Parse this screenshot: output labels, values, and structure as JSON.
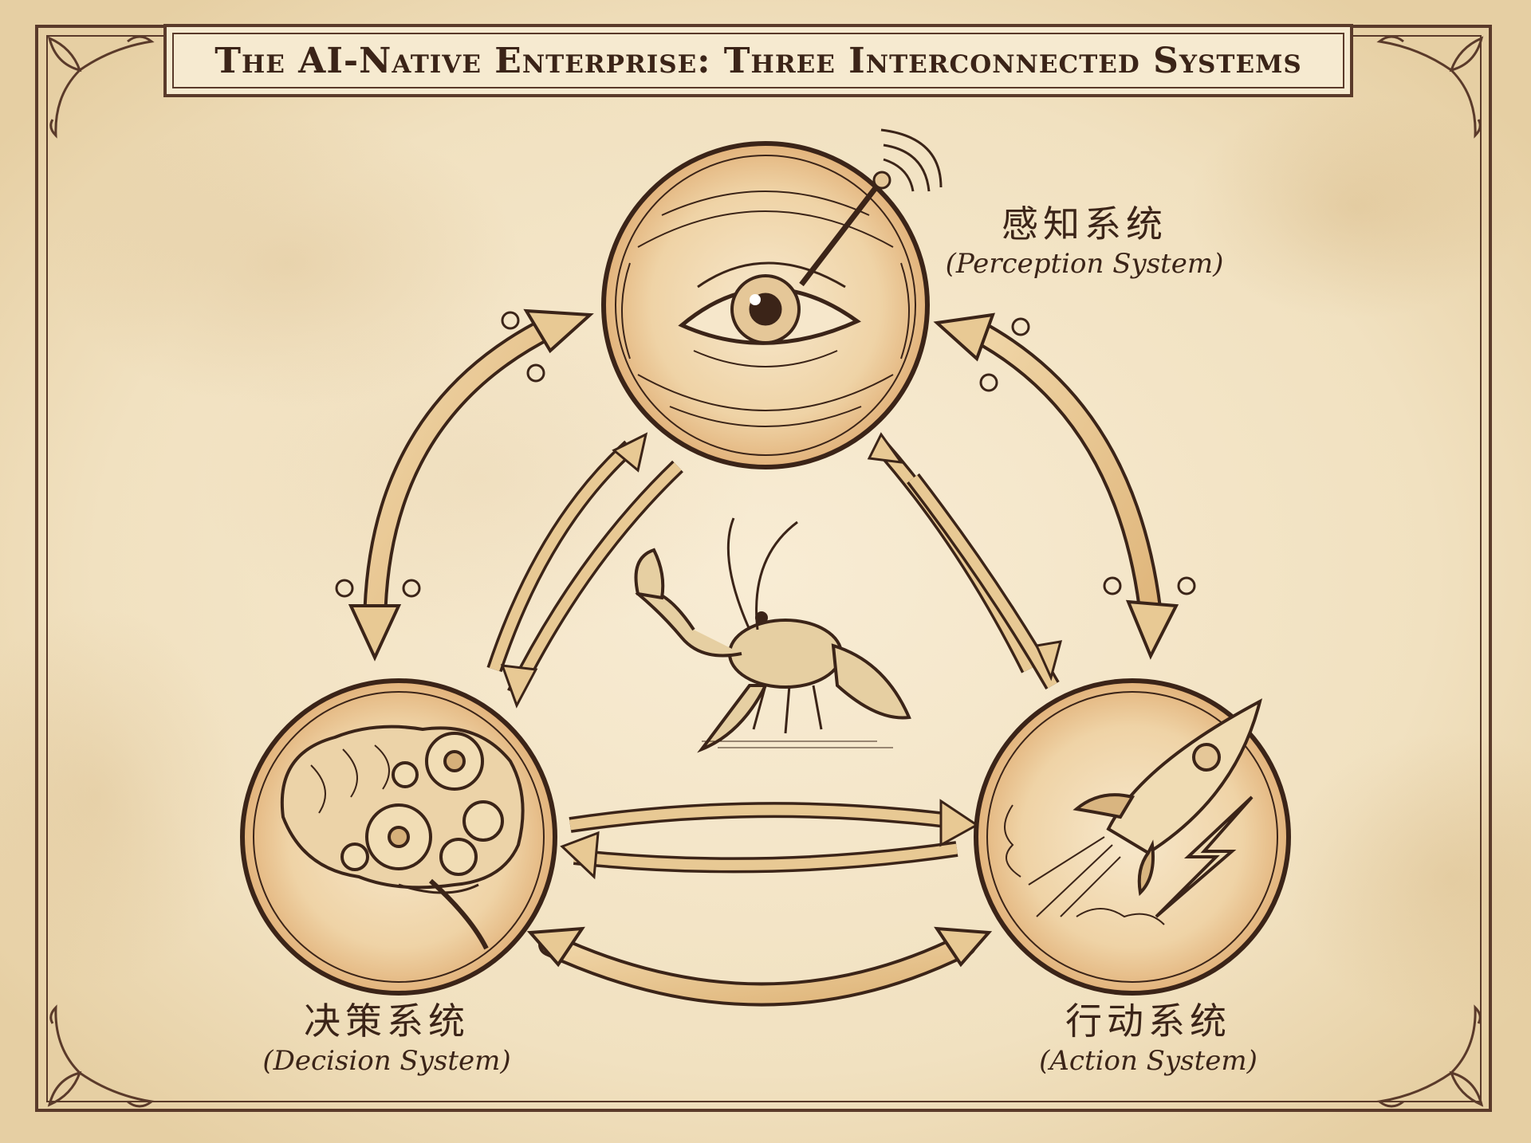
{
  "title": "The AI-Native Enterprise: Three Interconnected Systems",
  "colors": {
    "ink": "#3b2418",
    "frame": "#5a3a2a",
    "paper": "#f2e4c6",
    "arrow_fill": "#e8c994",
    "medallion_wash": "#e9c08a"
  },
  "systems": [
    {
      "id": "perception",
      "label_zh": "感知系统",
      "label_en": "(Perception System)",
      "icon": "eye-with-antenna-icon"
    },
    {
      "id": "decision",
      "label_zh": "决策系统",
      "label_en": "(Decision System)",
      "icon": "brain-with-gears-icon"
    },
    {
      "id": "action",
      "label_zh": "行动系统",
      "label_en": "(Action System)",
      "icon": "rocket-with-lightning-icon"
    }
  ],
  "center": {
    "icon": "crayfish-icon"
  },
  "connections": [
    {
      "from": "perception",
      "to": "decision",
      "style": "outer-curved-bidirectional"
    },
    {
      "from": "perception",
      "to": "action",
      "style": "outer-curved-bidirectional"
    },
    {
      "from": "decision",
      "to": "action",
      "style": "outer-curved-bidirectional"
    },
    {
      "from": "decision",
      "to": "perception",
      "style": "inner-pair"
    },
    {
      "from": "perception",
      "to": "action",
      "style": "inner-pair"
    },
    {
      "from": "decision",
      "to": "action",
      "style": "inner-pair"
    }
  ]
}
